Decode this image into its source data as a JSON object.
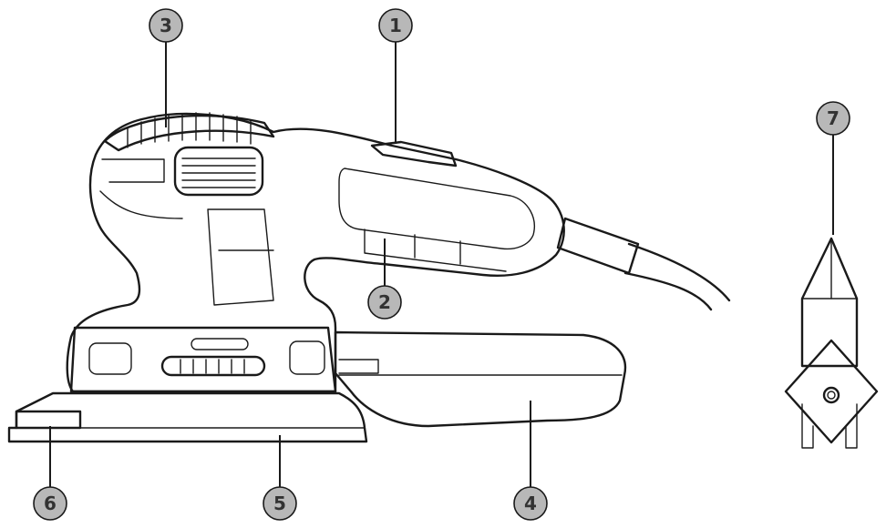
{
  "callouts": [
    {
      "id": "1",
      "label": "1",
      "part": "switch"
    },
    {
      "id": "2",
      "label": "2",
      "part": "handle-grip"
    },
    {
      "id": "3",
      "label": "3",
      "part": "vents"
    },
    {
      "id": "4",
      "label": "4",
      "part": "dust-canister"
    },
    {
      "id": "5",
      "label": "5",
      "part": "sanding-base"
    },
    {
      "id": "6",
      "label": "6",
      "part": "pad-tip"
    },
    {
      "id": "7",
      "label": "7",
      "part": "finger-attachment"
    }
  ],
  "colors": {
    "callout_circle": "#b8b8b8",
    "callout_text": "#333333",
    "line_art": "#1a1a1a",
    "background": "#ffffff"
  }
}
